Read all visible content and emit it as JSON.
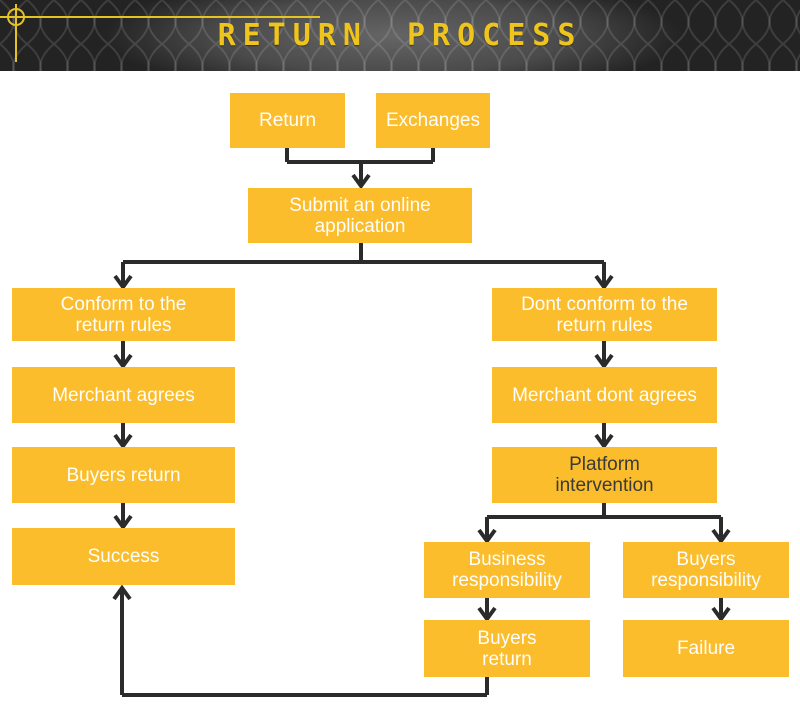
{
  "header": {
    "title": "RETURN PROCESS"
  },
  "colors": {
    "box": "#FBBD2B",
    "title": "#EFC41C",
    "line": "#2B2B2B",
    "header_bg": "#232323",
    "node_text": "#FDFDFB",
    "platform_text": "#3A3A3A",
    "crosshair": "#E5C322"
  },
  "nodes": {
    "return": "Return",
    "exchanges": "Exchanges",
    "submit": "Submit an online\napplication",
    "conform": "Conform to the\nreturn rules",
    "merchant_agrees": "Merchant agrees",
    "buyers_return_left": "Buyers return",
    "success": "Success",
    "dont_conform": "Dont conform to the\nreturn rules",
    "merchant_dont_agrees": "Merchant dont agrees",
    "platform_intervention": "Platform\nintervention",
    "business_responsibility": "Business\nresponsibility",
    "buyers_responsibility": "Buyers\nresponsibility",
    "buyers_return_right": "Buyers\nreturn",
    "failure": "Failure"
  }
}
